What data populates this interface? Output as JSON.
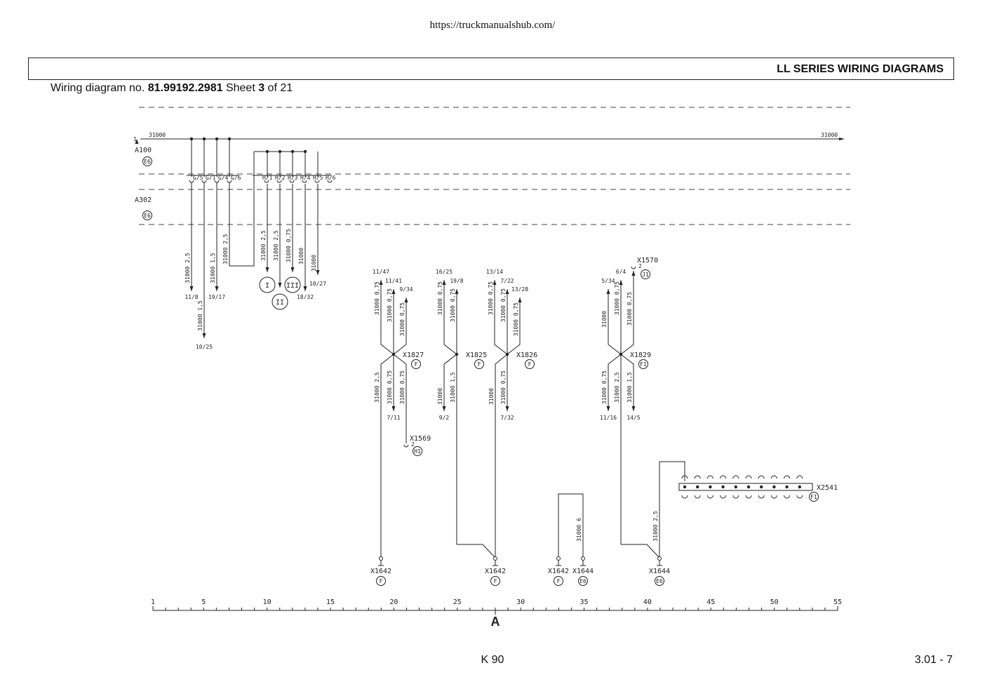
{
  "header": {
    "url": "https://truckmanualshub.com/",
    "title": "LL SERIES WIRING DIAGRAMS"
  },
  "subheader": {
    "prefix": "Wiring diagram no. ",
    "number": "81.99192.2981",
    "sheet_word": "  Sheet ",
    "sheet": "3",
    "of_word": " of 21"
  },
  "footer": {
    "center": "K 90",
    "right": "3.01 - 7"
  },
  "diagram": {
    "bus_left_tag": "1",
    "bus_wire": "31000",
    "bus_wire_right": "31000",
    "modules": [
      {
        "name": "A100",
        "ref": "E6"
      },
      {
        "name": "A302",
        "ref": "E6"
      }
    ],
    "g_pins": [
      "G/5",
      "G/1",
      "G/4",
      "G/6"
    ],
    "h_pins": [
      "H/1",
      "H/2",
      "H/3",
      "H/4",
      "H/5",
      "H/6"
    ],
    "g_wires": [
      {
        "label": "31000  2,5",
        "end": "11/8"
      },
      {
        "label": "31000  1,5",
        "end": "10/25"
      },
      {
        "label": "31000  1,5",
        "end": "19/17"
      },
      {
        "label": "31000  2,5",
        "end": ""
      }
    ],
    "h_wires": [
      "31000  2,5",
      "31000  2,5",
      "31000  0,75",
      "31000",
      "31000"
    ],
    "h_ends": [
      "18/32",
      "10/27"
    ],
    "grounds": [
      "I",
      "II",
      "III"
    ],
    "connectors": [
      {
        "name": "X1827",
        "ref": "F",
        "top_refs": [
          "11/47",
          "11/41",
          "9/34"
        ],
        "bottom_refs": [
          "7/11"
        ],
        "top_wires": [
          "31000  0,75",
          "31000  0,75",
          "31000  0,75"
        ],
        "bottom_wires": [
          "31000  2,5",
          "31000  0,75",
          "31000  0,75"
        ]
      },
      {
        "name": "X1825",
        "ref": "F",
        "top_refs": [
          "16/25",
          "19/8"
        ],
        "bottom_refs": [
          "9/2"
        ],
        "top_wires": [
          "31000  0,75",
          "31000  0,75"
        ],
        "bottom_wires": [
          "31000",
          "31000  1,5"
        ]
      },
      {
        "name": "X1826",
        "ref": "F",
        "top_refs": [
          "13/14",
          "7/22",
          "13/28"
        ],
        "bottom_refs": [
          "7/32"
        ],
        "top_wires": [
          "31000  0,75",
          "31000  0,75",
          "31000  0,75"
        ],
        "bottom_wires": [
          "31000",
          "31000  0,75"
        ]
      },
      {
        "name": "X1829",
        "ref": "F1",
        "top_refs": [
          "5/34",
          "6/4"
        ],
        "bottom_refs": [
          "11/16",
          "14/5"
        ],
        "top_wires": [
          "31000",
          "31000  0,75",
          "31000  0,75"
        ],
        "bottom_wires": [
          "31000  0,75",
          "31000  2,5",
          "31000  1,5"
        ]
      }
    ],
    "x1569": {
      "name": "X1569",
      "pin": "2",
      "ref": "H1"
    },
    "x1570": {
      "name": "X1570",
      "pin": "2",
      "ref": "J1"
    },
    "x2541": {
      "name": "X2541",
      "ref": "F1"
    },
    "grounding_points": [
      {
        "name": "X1642",
        "ref": "F"
      },
      {
        "name": "X1642",
        "ref": "F"
      },
      {
        "name": "X1642",
        "ref": "F"
      },
      {
        "name": "X1644",
        "ref": "E6"
      },
      {
        "name": "X1644",
        "ref": "E6"
      }
    ],
    "ground_wires": [
      "31000  6",
      "31000  2,5"
    ],
    "scale": {
      "ticks": [
        "1",
        "5",
        "10",
        "15",
        "20",
        "25",
        "30",
        "35",
        "40",
        "45",
        "50",
        "55"
      ],
      "section": "A"
    }
  }
}
